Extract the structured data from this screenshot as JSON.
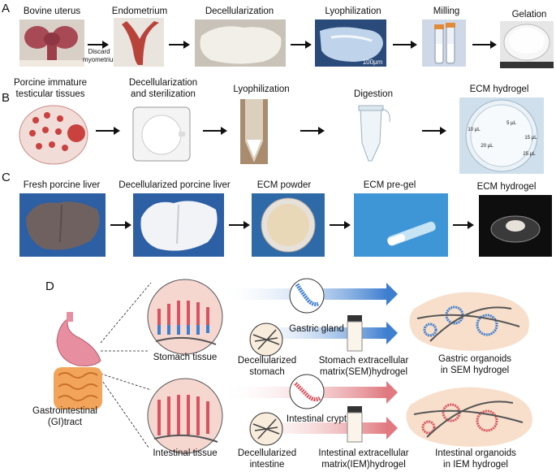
{
  "panels": {
    "a": "A",
    "b": "B",
    "c": "C",
    "d": "D"
  },
  "rowA": {
    "steps": [
      "Bovine uterus",
      "Endometrium",
      "Decellularization",
      "Lyophilization",
      "Milling",
      "Gelation"
    ],
    "discard_note_1": "Discard",
    "discard_note_2": "myometrium",
    "scale_bar": "100μm"
  },
  "rowB": {
    "step1_line1": "Porcine immature",
    "step1_line2": "testicular tissues",
    "step2_line1": "Decellularization",
    "step2_line2": "and sterilization",
    "step3": "Lyophilization",
    "step4": "Digestion",
    "step5": "ECM hydrogel",
    "dish_marks": [
      "5 μL",
      "10 μL",
      "15 μL",
      "20 μL",
      "25 μL"
    ]
  },
  "rowC": {
    "steps": [
      "Fresh porcine liver",
      "Decellularized porcine liver",
      "ECM powder",
      "ECM pre-gel",
      "ECM hydrogel"
    ]
  },
  "panelD": {
    "gi_tract_line1": "Gastrointestinal",
    "gi_tract_line2": "(GI)tract",
    "stomach_tissue": "Stomach tissue",
    "gastric_gland": "Gastric gland",
    "decell_stomach_line1": "Decellularized",
    "decell_stomach_line2": "stomach",
    "sem_line1": "Stomach extracellular",
    "sem_line2": "matrix(SEM)hydrogel",
    "gastric_org_line1": "Gastric organoids",
    "gastric_org_line2": "in SEM hydrogel",
    "intestinal_tissue": "Intestinal tissue",
    "intestinal_crypt": "Intestinal crypt",
    "decell_int_line1": "Decellularized",
    "decell_int_line2": "intestine",
    "iem_line1": "Intestinal extracellular",
    "iem_line2": "matrix(IEM)hydrogel",
    "int_org_line1": "Intestinal organoids",
    "int_org_line2": "in IEM hydrogel"
  },
  "colors": {
    "stomach_blue": "#3f7fd0",
    "intestine_red": "#d9535f",
    "tissue_pink": "#f2c7c3",
    "hydrogel_peach": "#f7dfcb"
  }
}
